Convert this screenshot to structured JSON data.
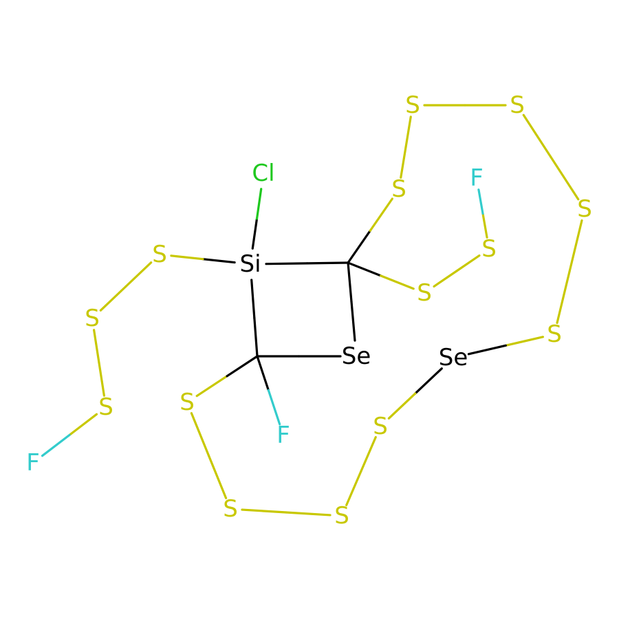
{
  "colors": {
    "background": "#ffffff",
    "S": "#c8c800",
    "Se": "#000000",
    "Si": "#000000",
    "C": "#000000",
    "F": "#33cccc",
    "Cl": "#1fc81f"
  },
  "atoms": [
    {
      "id": "Cl1",
      "element": "Cl",
      "label": "Cl"
    },
    {
      "id": "Si1",
      "element": "Si",
      "label": "Si"
    },
    {
      "id": "C1",
      "element": "C",
      "label": ""
    },
    {
      "id": "C2",
      "element": "C",
      "label": ""
    },
    {
      "id": "Se1",
      "element": "Se",
      "label": "Se"
    },
    {
      "id": "S_a1",
      "element": "S",
      "label": "S"
    },
    {
      "id": "S_a2",
      "element": "S",
      "label": "S"
    },
    {
      "id": "S_a3",
      "element": "S",
      "label": "S"
    },
    {
      "id": "F1",
      "element": "F",
      "label": "F"
    },
    {
      "id": "S_b1",
      "element": "S",
      "label": "S"
    },
    {
      "id": "S_b2",
      "element": "S",
      "label": "S"
    },
    {
      "id": "S_b3",
      "element": "S",
      "label": "S"
    },
    {
      "id": "S_b4",
      "element": "S",
      "label": "S"
    },
    {
      "id": "S_b5",
      "element": "S",
      "label": "S"
    },
    {
      "id": "Se2",
      "element": "Se",
      "label": "Se"
    },
    {
      "id": "S_b6",
      "element": "S",
      "label": "S"
    },
    {
      "id": "S_b7",
      "element": "S",
      "label": "S"
    },
    {
      "id": "S_b8",
      "element": "S",
      "label": "S"
    },
    {
      "id": "S_b9",
      "element": "S",
      "label": "S"
    },
    {
      "id": "S_c1",
      "element": "S",
      "label": "S"
    },
    {
      "id": "S_c2",
      "element": "S",
      "label": "S"
    },
    {
      "id": "F2",
      "element": "F",
      "label": "F"
    },
    {
      "id": "F3",
      "element": "F",
      "label": "F"
    }
  ],
  "bonds": [
    [
      "Si1",
      "Cl1"
    ],
    [
      "Si1",
      "S_a1"
    ],
    [
      "Si1",
      "C1"
    ],
    [
      "Si1",
      "C2"
    ],
    [
      "C1",
      "Se1"
    ],
    [
      "C2",
      "Se1"
    ],
    [
      "S_a1",
      "S_a2"
    ],
    [
      "S_a2",
      "S_a3"
    ],
    [
      "S_a3",
      "F1"
    ],
    [
      "C1",
      "S_b1"
    ],
    [
      "S_b1",
      "S_b2"
    ],
    [
      "S_b2",
      "S_b3"
    ],
    [
      "S_b3",
      "S_b4"
    ],
    [
      "S_b4",
      "S_b5"
    ],
    [
      "S_b5",
      "Se2"
    ],
    [
      "Se2",
      "S_b6"
    ],
    [
      "S_b6",
      "S_b7"
    ],
    [
      "S_b7",
      "S_b8"
    ],
    [
      "S_b8",
      "S_b9"
    ],
    [
      "S_b9",
      "C2"
    ],
    [
      "C1",
      "S_c1"
    ],
    [
      "S_c1",
      "S_c2"
    ],
    [
      "S_c2",
      "F2"
    ],
    [
      "C2",
      "F3"
    ]
  ]
}
